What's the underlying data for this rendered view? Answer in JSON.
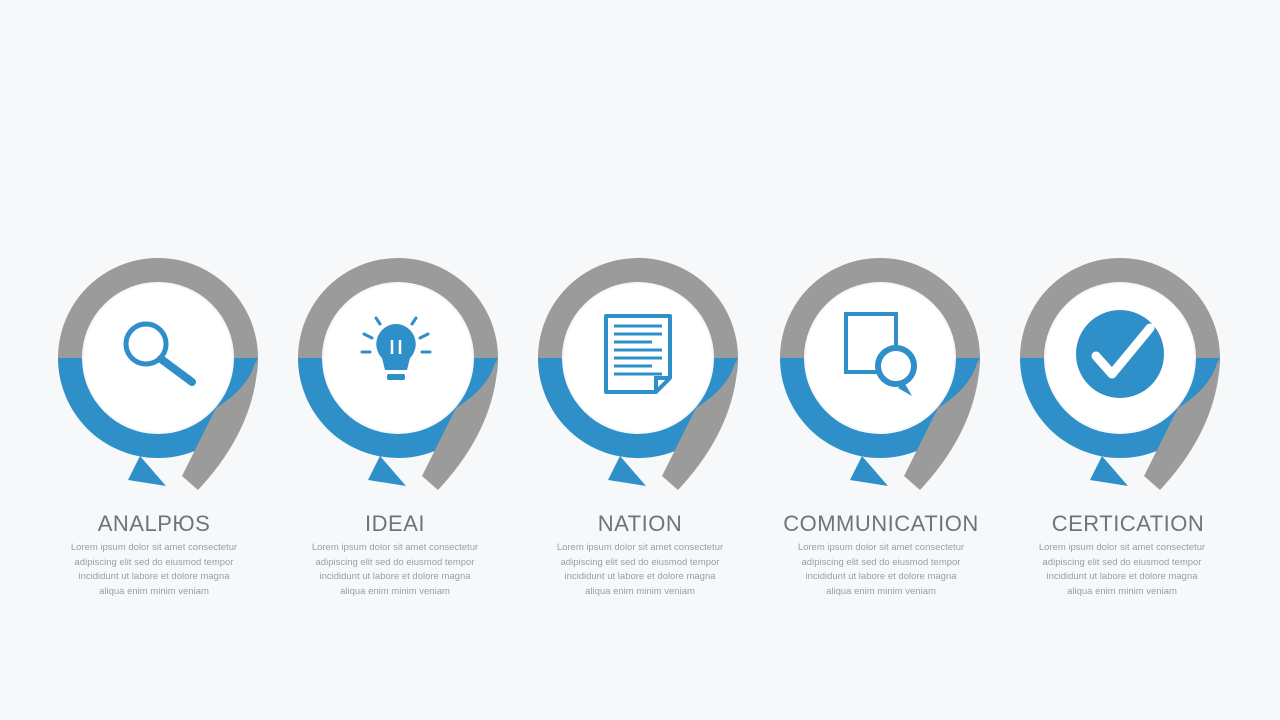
{
  "colors": {
    "background": "#f7f8f9",
    "ring_gray": "#9b9b9b",
    "ring_blue": "#2e8fc9",
    "icon_blue": "#2e8fc9",
    "label_text": "#6f7478",
    "body_text": "#9a9ea2"
  },
  "steps": [
    {
      "label": "ANALPЮS",
      "icon": "magnifier-icon",
      "lines": [
        "Lorem ipsum dolor sit amet consectetur",
        "adipiscing elit sed do eiusmod tempor",
        "incididunt ut labore et dolore magna",
        "aliqua enim minim veniam"
      ]
    },
    {
      "label": "IDEAI",
      "icon": "lightbulb-icon",
      "lines": [
        "Lorem ipsum dolor sit amet consectetur",
        "adipiscing elit sed do eiusmod tempor",
        "incididunt ut labore et dolore magna",
        "aliqua enim minim veniam"
      ]
    },
    {
      "label": "NATION",
      "icon": "document-icon",
      "lines": [
        "Lorem ipsum dolor sit amet consectetur",
        "adipiscing elit sed do eiusmod tempor",
        "incididunt ut labore et dolore magna",
        "aliqua enim minim veniam"
      ]
    },
    {
      "label": "COMMUNICATION",
      "icon": "chat-search-icon",
      "lines": [
        "Lorem ipsum dolor sit amet consectetur",
        "adipiscing elit sed do eiusmod tempor",
        "incididunt ut labore et dolore magna",
        "aliqua enim minim veniam"
      ]
    },
    {
      "label": "CERTICATION",
      "icon": "checkmark-badge-icon",
      "lines": [
        "Lorem ipsum dolor sit amet consectetur",
        "adipiscing elit sed do eiusmod tempor",
        "incididunt ut labore et dolore magna",
        "aliqua enim minim veniam"
      ]
    }
  ]
}
